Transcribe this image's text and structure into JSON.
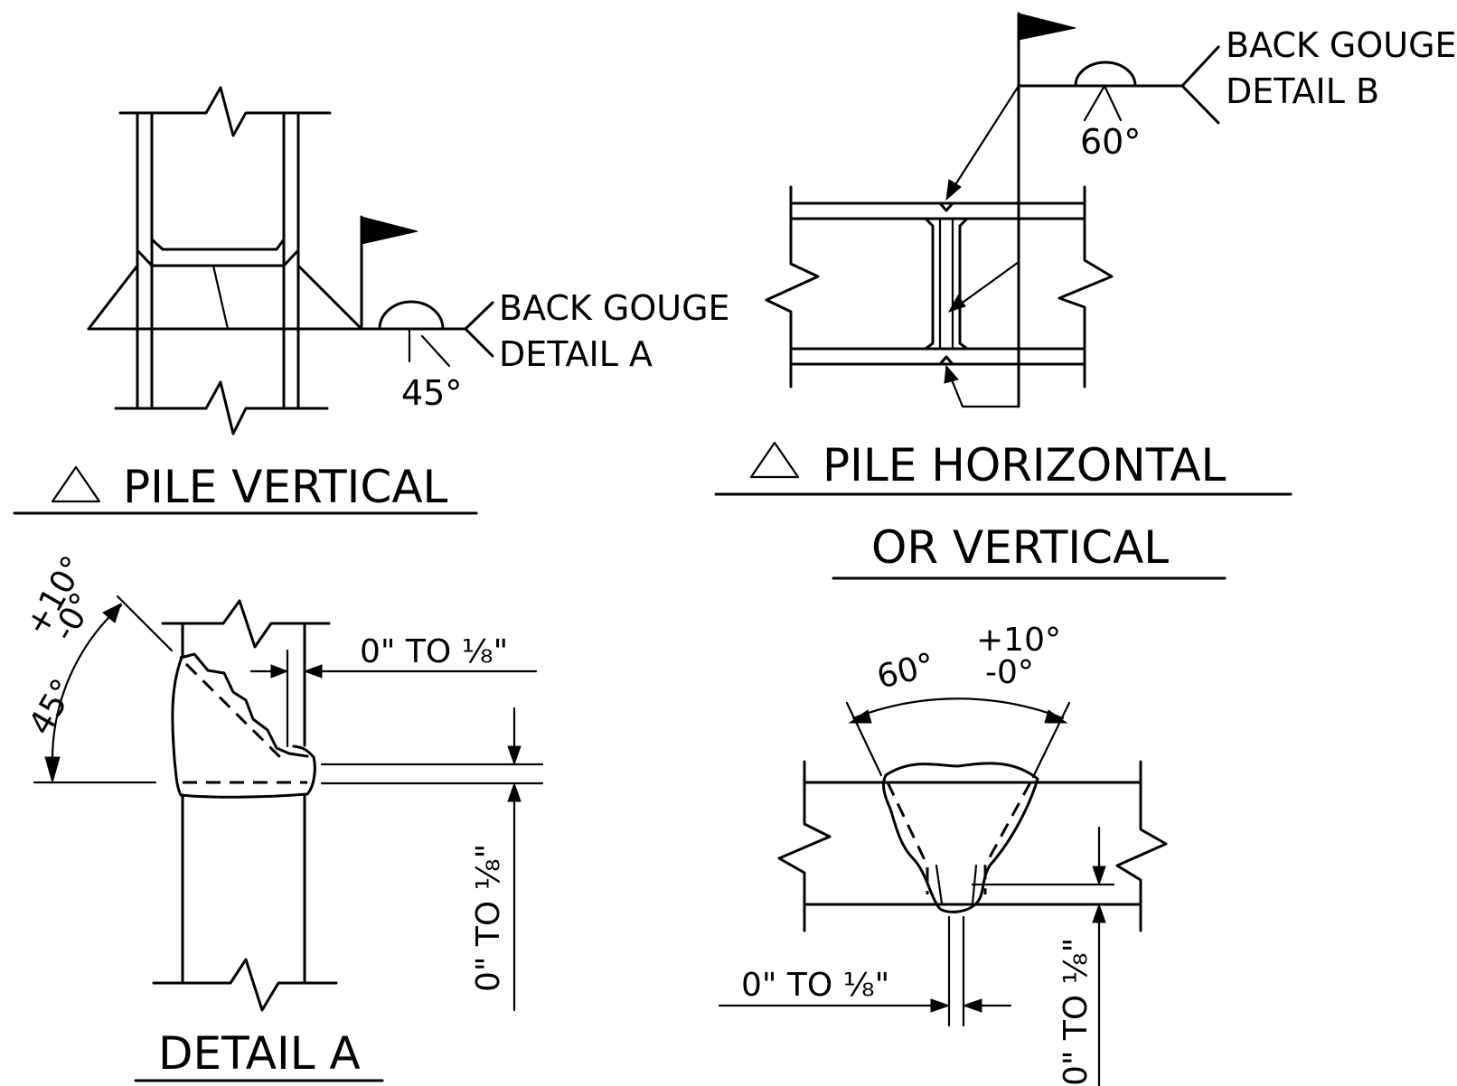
{
  "pile_vertical": {
    "title": "PILE VERTICAL",
    "weld_angle": "45°",
    "note_line1": "BACK GOUGE",
    "note_line2": "DETAIL A"
  },
  "pile_horizontal": {
    "title_line1": "PILE HORIZONTAL",
    "title_line2": "OR VERTICAL",
    "weld_angle": "60°",
    "note_line1": "BACK GOUGE",
    "note_line2": "DETAIL B"
  },
  "detail_a": {
    "title": "DETAIL A",
    "angle": "45°",
    "tol_plus": "+10°",
    "tol_minus": "-0°",
    "root_gap": "0\"  TO ⅛\"",
    "root_face": "0\"  TO ⅛\""
  },
  "detail_b": {
    "angle": "60°",
    "tol_plus": "+10°",
    "tol_minus": "-0°",
    "root_gap": "0\"  TO ⅛\"",
    "root_face": "0\"  TO ⅛\""
  },
  "symbols": {
    "title_marker": "triangle-icon",
    "field_weld": "flag-icon"
  }
}
